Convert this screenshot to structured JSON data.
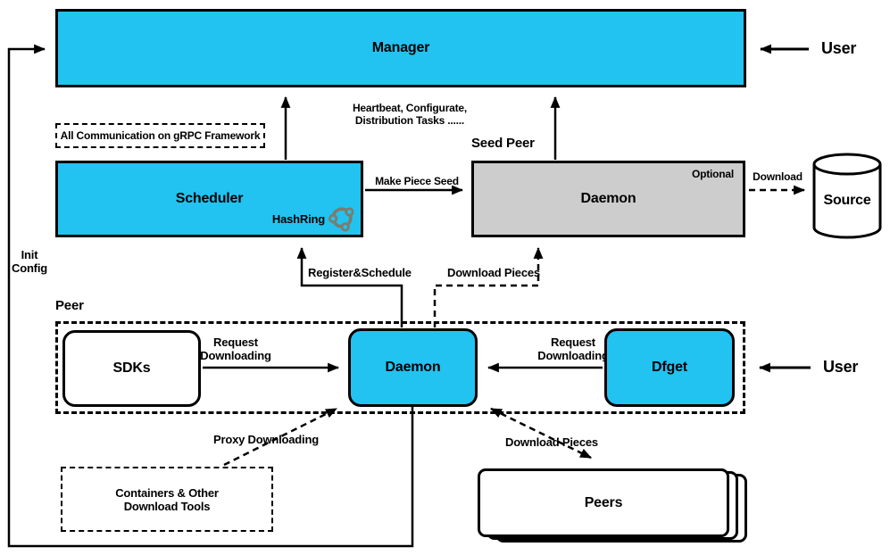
{
  "nodes": {
    "manager": "Manager",
    "scheduler": "Scheduler",
    "seed_daemon": "Daemon",
    "source": "Source",
    "sdks": "SDKs",
    "peer_daemon": "Daemon",
    "dfget": "Dfget",
    "containers_line1": "Containers & Other",
    "containers_line2": "Download Tools",
    "peers": "Peers"
  },
  "labels": {
    "user_top": "User",
    "user_bottom": "User",
    "grpc_note": "All Communication on gRPC Framework",
    "heartbeat_line1": "Heartbeat, Configurate,",
    "heartbeat_line2": "Distribution Tasks ......",
    "seed_peer": "Seed Peer",
    "optional": "Optional",
    "hashring": "HashRing",
    "make_piece_seed": "Make Piece Seed",
    "download": "Download",
    "init_line1": "Init",
    "init_line2": "Config",
    "register_schedule": "Register&Schedule",
    "download_pieces_top": "Download Pieces",
    "peer": "Peer",
    "request_downloading_sdk_line1": "Request",
    "request_downloading_sdk_line2": "Downloading",
    "request_downloading_dfget_line1": "Request",
    "request_downloading_dfget_line2": "Downloading",
    "proxy_downloading": "Proxy Downloading",
    "download_pieces_bottom": "Download Pieces"
  },
  "colors": {
    "accent": "#22c3f0",
    "seed_gray": "#cdcdcd",
    "line": "#000000",
    "hashring_icon": "#7c7c6e"
  }
}
